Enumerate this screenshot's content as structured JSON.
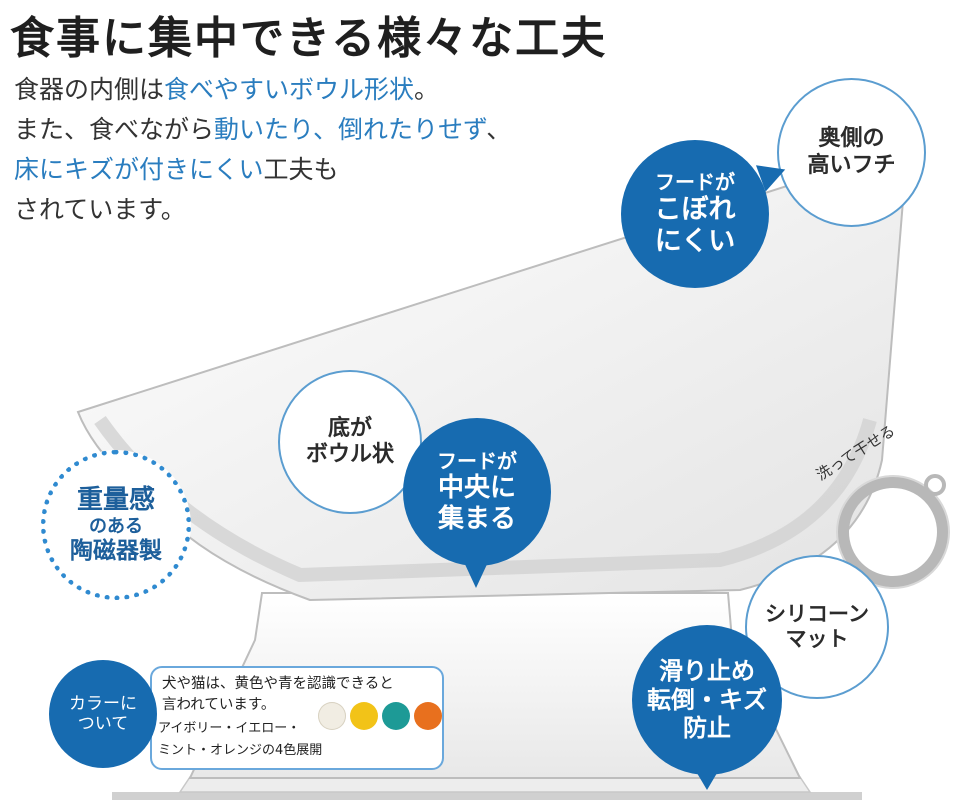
{
  "title": "食事に集中できる様々な工夫",
  "intro": {
    "line1_a": "食器の内側は",
    "line1_b": "食べやすいボウル形状",
    "line1_c": "。",
    "line2_a": "また、食べながら",
    "line2_b": "動いたり、倒れたりせず",
    "line2_c": "、",
    "line3_a": "床にキズが付きにくい",
    "line3_b": "工夫も",
    "line4": "されています。"
  },
  "bubbles": {
    "rim": [
      "奥側の",
      "高いフチ"
    ],
    "no_spill": [
      "フードが",
      "こぼれ",
      "にくい"
    ],
    "bowl_bottom": [
      "底が",
      "ボウル状"
    ],
    "center": [
      "フードが",
      "中央に",
      "集まる"
    ],
    "heavy": [
      "重量感",
      "のある",
      "陶磁器製"
    ],
    "silicone": [
      "シリコーン",
      "マット"
    ],
    "nonslip": [
      "滑り止め",
      "転倒・キズ",
      "防止"
    ],
    "colors": [
      "カラーに",
      "ついて"
    ]
  },
  "washable_label": "洗って干せる",
  "color_note": {
    "line1": "犬や猫は、黄色や青を認識できると",
    "line2": "言われています。",
    "variants1": "アイボリー・イエロー・",
    "variants2": "ミント・オレンジの4色展開"
  },
  "swatches": [
    "#f1ede3",
    "#f2c318",
    "#1d9a96",
    "#e8701e"
  ],
  "colors": {
    "accent_blue": "#176bb0",
    "highlight_text": "#2a7dbf",
    "bowl": "#f4f4f4"
  }
}
